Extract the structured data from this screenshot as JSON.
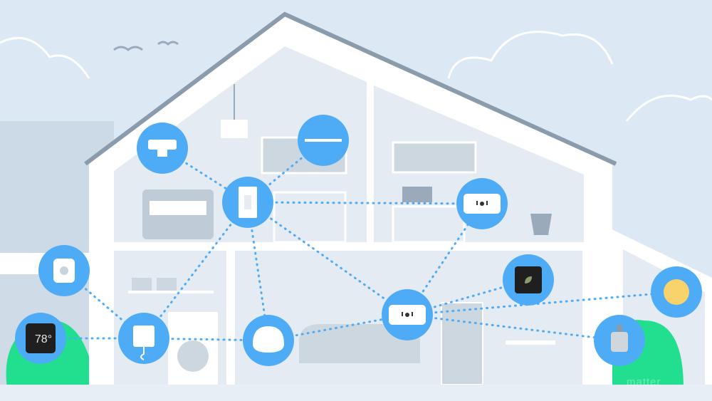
{
  "colors": {
    "sky": "#dce9f5",
    "house_wall": "#ffffff",
    "room": "#e4ebf2",
    "device_circle": "#4eacf7",
    "connection": "#4eacf7",
    "bush": "#22df8f",
    "roof": "#8a9bab"
  },
  "devices": [
    {
      "name": "ceiling-sensor",
      "icon": "sensor-icon"
    },
    {
      "name": "window-blind",
      "icon": "blind-icon"
    },
    {
      "name": "light-switch",
      "icon": "switch-icon"
    },
    {
      "name": "smart-plug-office",
      "icon": "plug-icon"
    },
    {
      "name": "motion-sensor",
      "icon": "motion-sensor-icon"
    },
    {
      "name": "thermostat",
      "icon": "thermostat-icon",
      "display": "78°"
    },
    {
      "name": "bridge",
      "icon": "bridge-icon"
    },
    {
      "name": "smart-speaker",
      "icon": "speaker-icon"
    },
    {
      "name": "smart-plug-living",
      "icon": "plug-icon"
    },
    {
      "name": "hub-display",
      "icon": "hub-icon"
    },
    {
      "name": "smart-lamp",
      "icon": "lamp-icon"
    },
    {
      "name": "water-valve",
      "icon": "valve-icon"
    }
  ],
  "watermark": "matter"
}
